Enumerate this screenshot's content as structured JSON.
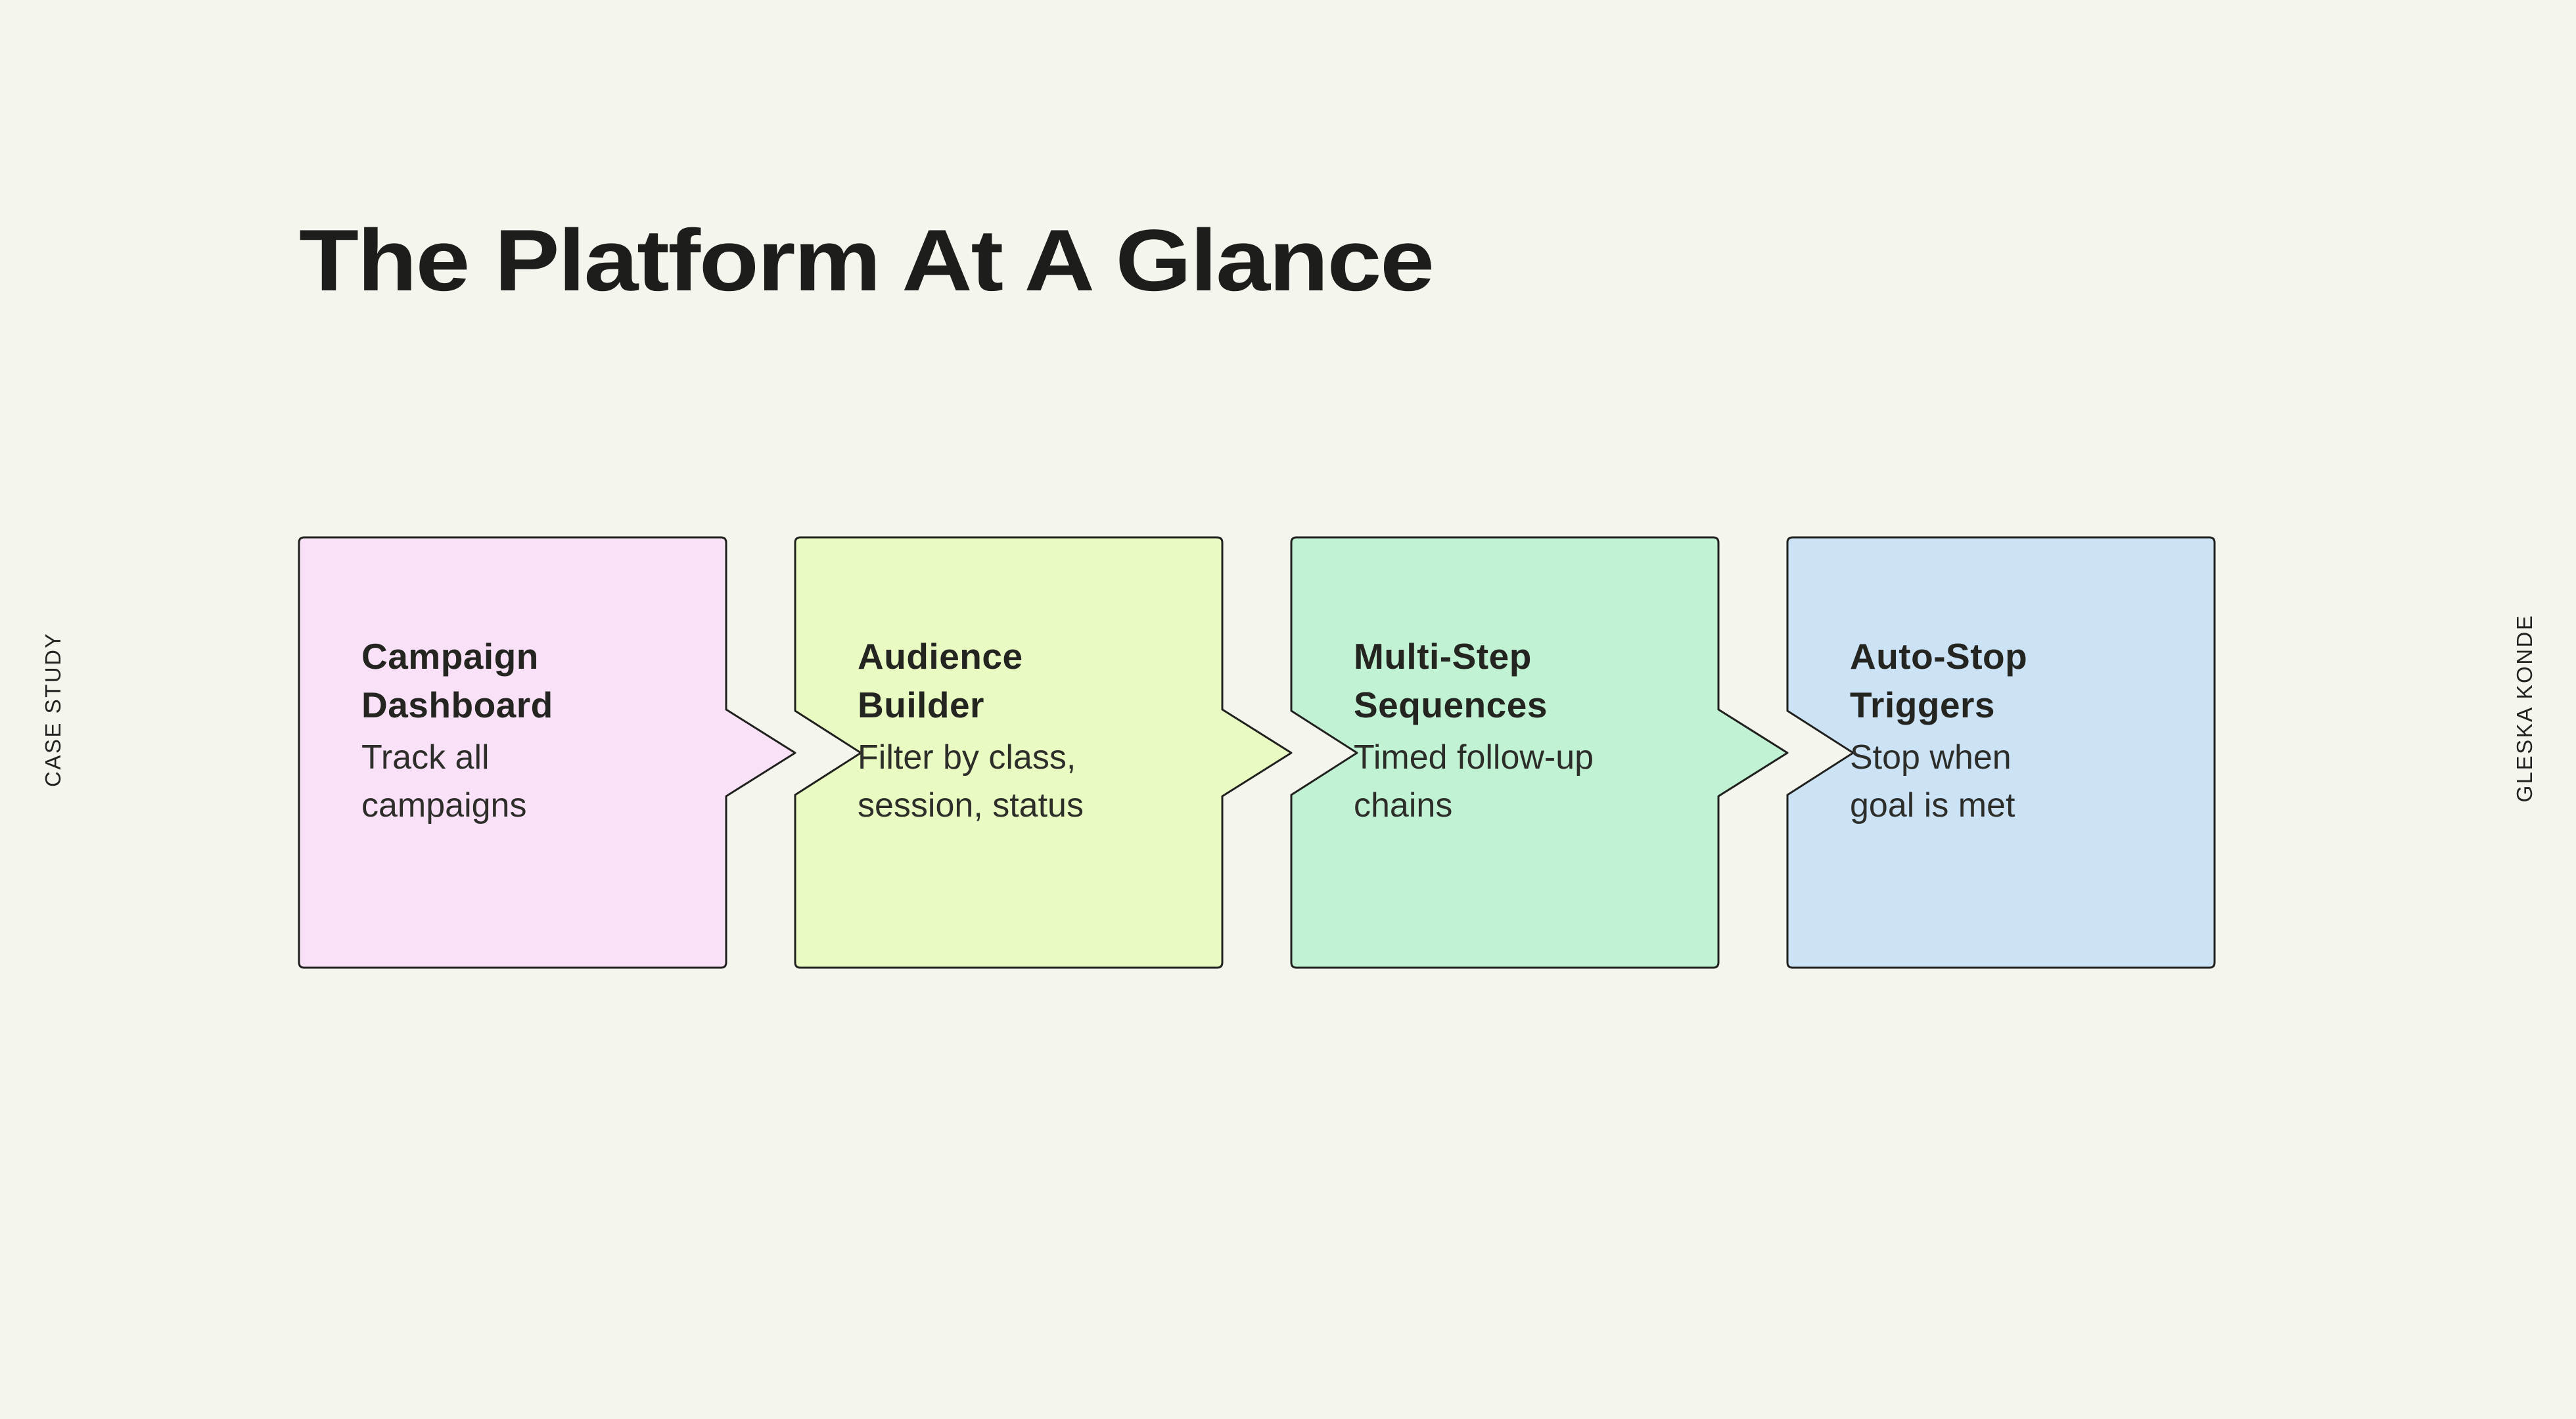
{
  "slide": {
    "title": "The Platform At A Glance",
    "background_color": "#F4F5ED",
    "border_color": "#20201E",
    "title_color": "#1D1D1B"
  },
  "side_labels": {
    "left": "CASE STUDY",
    "right": "GLESKA KONDE"
  },
  "cards": [
    {
      "title": "Campaign\nDashboard",
      "body": "Track all\ncampaigns",
      "color": "#F9E2F7"
    },
    {
      "title": "Audience\nBuilder",
      "body": "Filter by class,\nsession, status",
      "color": "#E9FAC3"
    },
    {
      "title": "Multi-Step\nSequences",
      "body": "Timed follow-up\nchains",
      "color": "#C0F2D3"
    },
    {
      "title": "Auto-Stop\nTriggers",
      "body": "Stop when\ngoal is met",
      "color": "#CBE3F5"
    }
  ]
}
